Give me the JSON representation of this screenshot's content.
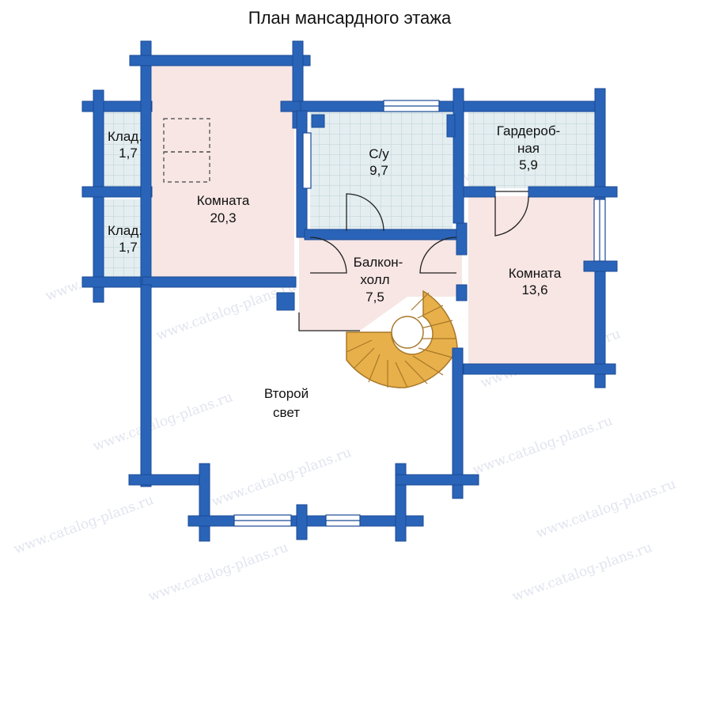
{
  "title": "План мансардного этажа",
  "watermark": "www.catalog-plans.ru",
  "colors": {
    "wall": "#2a64b8",
    "wall_edge": "#1a4a96",
    "room_pink": "#f7e6e4",
    "wet_tile": "#dfe9ec",
    "grid_line": "#bcd0d6",
    "stair": "#e8b04a",
    "stair_line": "#a8782a"
  },
  "rooms": {
    "klad1": {
      "name": "Клад.",
      "area": "1,7"
    },
    "klad2": {
      "name": "Клад.",
      "area": "1,7"
    },
    "room1": {
      "name": "Комната",
      "area": "20,3"
    },
    "wc": {
      "name": "С/у",
      "area": "9,7"
    },
    "wardrobe": {
      "name1": "Гардероб-",
      "name2": "ная",
      "area": "5,9"
    },
    "balcony": {
      "name1": "Балкон-",
      "name2": "холл",
      "area": "7,5"
    },
    "room2": {
      "name": "Комната",
      "area": "13,6"
    },
    "light": {
      "name1": "Второй",
      "name2": "свет"
    }
  }
}
